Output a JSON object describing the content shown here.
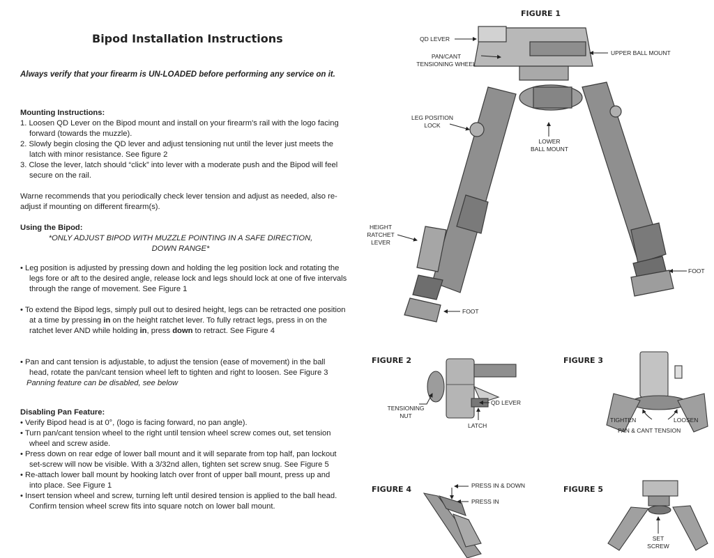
{
  "title": "Bipod Installation Instructions",
  "warning": "Always verify that your firearm is UN-LOADED before performing any service on it.",
  "mounting": {
    "heading": "Mounting Instructions:",
    "steps": [
      "1. Loosen QD Lever on the Bipod mount and install on your firearm's rail with the logo facing forward (towards the muzzle).",
      "2. Slowly begin closing the QD lever and adjust tensioning nut until the lever just meets the latch with minor resistance. See figure 2",
      "3. Close the lever, latch should “click” into lever with a moderate push and the Bipod will feel secure on the rail."
    ],
    "note": "Warne recommends that you periodically check lever tension and adjust as needed, also re-adjust if mounting on different firearm(s)."
  },
  "using": {
    "heading": "Using the Bipod:",
    "caution_line1": "*ONLY ADJUST BIPOD WITH MUZZLE POINTING IN A SAFE DIRECTION,",
    "caution_line2": "DOWN RANGE*",
    "bullet1": "• Leg position is adjusted by pressing down and holding the leg position lock and rotating the legs fore or aft to the desired angle, release lock and legs should lock at one of five intervals through the range of movement. See Figure 1",
    "bullet2_a": "• To extend the Bipod legs, simply pull out to desired height, legs can be retracted one position at a time by pressing ",
    "bullet2_b": "in",
    "bullet2_c": " on the height ratchet lever. To fully retract legs, press in on the ratchet lever AND while holding ",
    "bullet2_d": "in",
    "bullet2_e": ", press ",
    "bullet2_f": "down",
    "bullet2_g": " to retract. See Figure 4",
    "bullet3": "• Pan and cant tension is adjustable, to adjust the tension (ease of movement) in the ball head, rotate the pan/cant tension wheel left to tighten and right to loosen. See Figure 3",
    "bullet3_note": "Panning feature can be disabled, see below"
  },
  "disabling": {
    "heading": "Disabling Pan Feature:",
    "items": [
      "• Verify Bipod head is at 0°, (logo is facing forward, no pan angle).",
      "• Turn pan/cant tension wheel to the right until tension wheel screw comes out, set tension wheel and screw aside.",
      "• Press down on rear edge of lower ball mount and it will separate from top half, pan lockout set-screw will now be visible. With a 3/32nd allen, tighten set screw snug. See Figure 5",
      "• Re-attach lower ball mount by hooking latch over front of upper ball mount, press up and into place. See Figure 1",
      "• Insert tension wheel and screw, turning left until desired tension is applied to the ball head. Confirm tension wheel screw fits into square notch on lower ball mount."
    ]
  },
  "figure1": {
    "title": "FIGURE 1",
    "qd_lever": "QD LEVER",
    "pan_cant_1": "PAN/CANT",
    "pan_cant_2": "TENSIONING WHEEL",
    "upper_ball": "UPPER BALL MOUNT",
    "leg_lock_1": "LEG POSITION",
    "leg_lock_2": "LOCK",
    "lower_ball_1": "LOWER",
    "lower_ball_2": "BALL MOUNT",
    "height_1": "HEIGHT",
    "height_2": "RATCHET",
    "height_3": "LEVER",
    "foot_left": "FOOT",
    "foot_right": "FOOT"
  },
  "figure2": {
    "title": "FIGURE 2",
    "tension_1": "TENSIONING",
    "tension_2": "NUT",
    "qd_lever": "QD LEVER",
    "latch": "LATCH"
  },
  "figure3": {
    "title": "FIGURE 3",
    "tighten": "TIGHTEN",
    "loosen": "LOOSEN",
    "caption": "PAN & CANT TENSION"
  },
  "figure4": {
    "title": "FIGURE 4",
    "press_down": "PRESS IN & DOWN",
    "press_in": "PRESS IN"
  },
  "figure5": {
    "title": "FIGURE 5",
    "set_1": "SET",
    "set_2": "SCREW"
  },
  "colors": {
    "metal": "#9a9a9a",
    "metal_dark": "#5e5e5e",
    "metal_light": "#c8c8c8"
  }
}
